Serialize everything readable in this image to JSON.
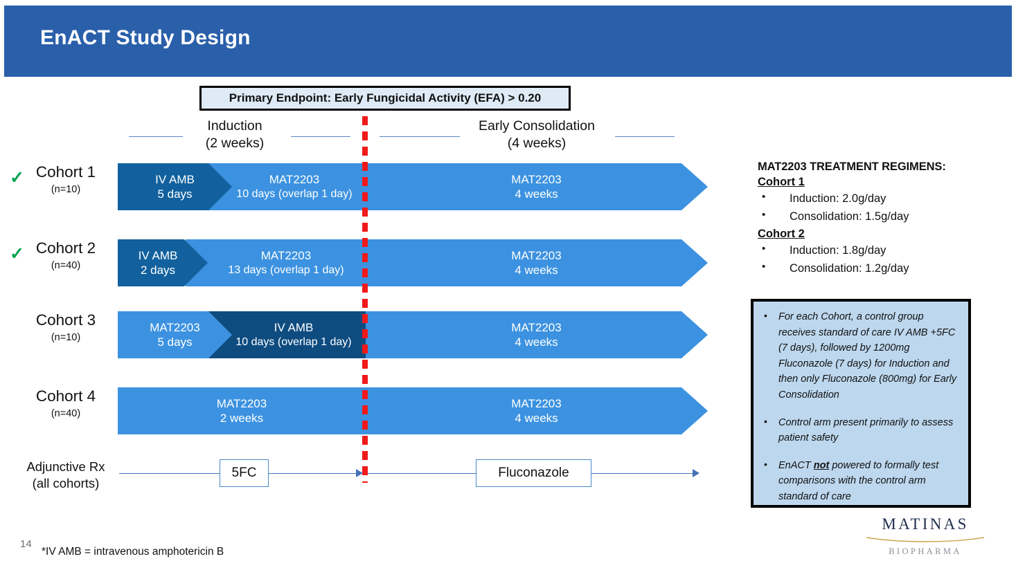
{
  "header": {
    "title": "EnACT Study Design",
    "band_color": "#2A5FAA"
  },
  "endpoint": {
    "text": "Primary Endpoint: Early Fungicidal Activity (EFA) > 0.20",
    "fill": "#DEEAF6"
  },
  "phases": {
    "induction": {
      "name": "Induction",
      "duration": "(2 weeks)"
    },
    "consolidation": {
      "name": "Early Consolidation",
      "duration": "(4 weeks)"
    }
  },
  "colors": {
    "dark_blue": "#12619E",
    "navy": "#0E4C80",
    "light_blue": "#3C92E0",
    "divider_red": "#F01A1A",
    "check_green": "#00A24E",
    "notes_fill": "#BDD7EE"
  },
  "cohorts": [
    {
      "check": "✓",
      "has_check": true,
      "label": "Cohort 1",
      "n": "(n=10)",
      "induction_segments": [
        {
          "drug": "IV AMB",
          "duration": "5 days"
        },
        {
          "drug": "MAT2203",
          "duration": "10 days (overlap 1 day)"
        }
      ],
      "consolidation": {
        "drug": "MAT2203",
        "duration": "4 weeks"
      }
    },
    {
      "check": "✓",
      "has_check": true,
      "label": "Cohort 2",
      "n": "(n=40)",
      "induction_segments": [
        {
          "drug": "IV AMB",
          "duration": "2 days"
        },
        {
          "drug": "MAT2203",
          "duration": "13 days (overlap 1 day)"
        }
      ],
      "consolidation": {
        "drug": "MAT2203",
        "duration": "4 weeks"
      }
    },
    {
      "check": "",
      "has_check": false,
      "label": "Cohort 3",
      "n": "(n=10)",
      "induction_segments": [
        {
          "drug": "MAT2203",
          "duration": "5 days"
        },
        {
          "drug": "IV AMB",
          "duration": "10 days (overlap 1 day)"
        }
      ],
      "consolidation": {
        "drug": "MAT2203",
        "duration": "4 weeks"
      }
    },
    {
      "check": "",
      "has_check": false,
      "label": "Cohort 4",
      "n": "(n=40)",
      "induction_segments": [
        {
          "drug": "MAT2203",
          "duration": "2 weeks"
        }
      ],
      "consolidation": {
        "drug": "MAT2203",
        "duration": "4 weeks"
      }
    }
  ],
  "adjunctive": {
    "label_line1": "Adjunctive Rx",
    "label_line2": "(all cohorts)",
    "induction_drug": "5FC",
    "consolidation_drug": "Fluconazole"
  },
  "regimens": {
    "heading": "MAT2203 TREATMENT REGIMENS:",
    "groups": [
      {
        "name": "Cohort 1",
        "items": [
          "Induction: 2.0g/day",
          "Consolidation: 1.5g/day"
        ]
      },
      {
        "name": "Cohort 2",
        "items": [
          "Induction: 1.8g/day",
          "Consolidation: 1.2g/day"
        ]
      }
    ]
  },
  "notes": [
    {
      "pre": "For each Cohort, a control group receives standard of care IV AMB +5FC (7 days), followed by 1200mg Fluconazole (7 days) for Induction and then only Fluconazole (800mg) for Early Consolidation",
      "emph": "",
      "post": ""
    },
    {
      "pre": "Control arm present primarily to assess patient safety",
      "emph": "",
      "post": ""
    },
    {
      "pre": "EnACT ",
      "emph": "not",
      "post": " powered to formally test comparisons with the control arm standard of care"
    }
  ],
  "footer": {
    "page_number": "14",
    "footnote": "*IV AMB = intravenous amphotericin B",
    "logo_wordmark": "MATINAS",
    "logo_submark": "BIOPHARMA"
  }
}
